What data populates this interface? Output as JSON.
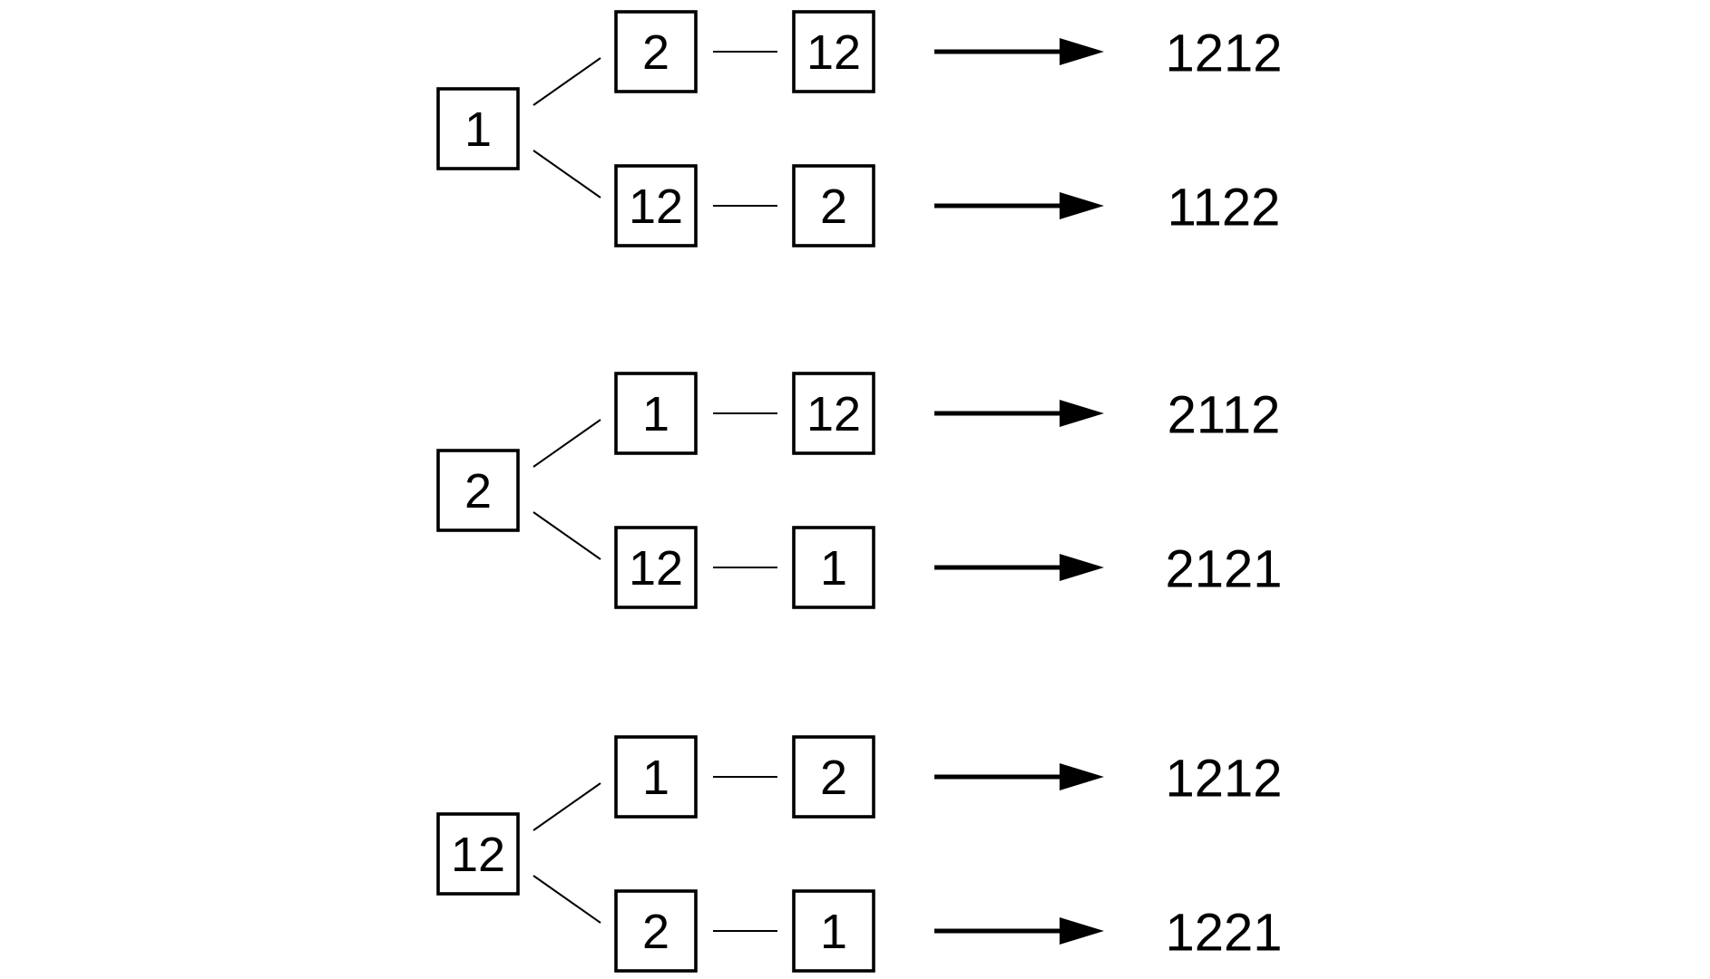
{
  "groups": [
    {
      "root": "1",
      "branches": [
        {
          "first": "2",
          "second": "12",
          "result": "1212"
        },
        {
          "first": "12",
          "second": "2",
          "result": "1122"
        }
      ]
    },
    {
      "root": "2",
      "branches": [
        {
          "first": "1",
          "second": "12",
          "result": "2112"
        },
        {
          "first": "12",
          "second": "1",
          "result": "2121"
        }
      ]
    },
    {
      "root": "12",
      "branches": [
        {
          "first": "1",
          "second": "2",
          "result": "1212"
        },
        {
          "first": "2",
          "second": "1",
          "result": "1221"
        }
      ]
    }
  ],
  "colors": {
    "stroke": "#000000",
    "background": "#ffffff"
  }
}
